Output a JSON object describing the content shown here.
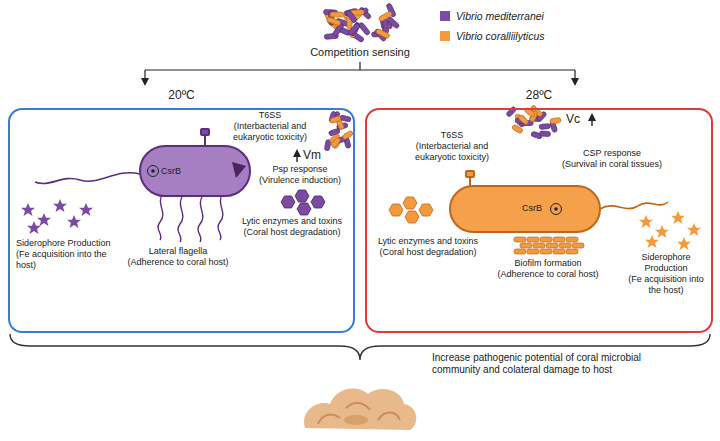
{
  "diagram": {
    "nodes": [
      {
        "text": [
          "20ºC"
        ]
      },
      {
        "text": [
          "28ºC"
        ]
      }
    ],
    "labels": [
      "Competition sensing",
      "T6SS",
      "(Interbacterial and eukaryotic toxicity)",
      "Vm",
      "Psp response",
      "(Virulence induction)",
      "CsrB",
      "Lytic enzymes and toxins",
      "(Coral host degradation)",
      "Siderophore Production",
      "(Fe acquisition into the host)",
      "Lateral flagella",
      "(Adherence to coral host)",
      "Vc",
      "T6SS",
      "(Interbacterial and eukaryotic toxicity)",
      "CSP response",
      "(Survival in coral tissues)",
      "CsrB",
      "Lytic enzymes and toxins",
      "(Coral host degradation)",
      "Biofilm formation",
      "(Adherence to coral host)",
      "Siderophore Production",
      "(Fe acquisition into the host)",
      "Increase pathogenic potential of coral microbial community and colateral damage to host"
    ],
    "legend": [
      {
        "text": "Vibrio mediterranei",
        "color": "#7b4ba3"
      },
      {
        "text": "Vibrio coralliilyticus",
        "color": "#f39a3c"
      }
    ]
  }
}
